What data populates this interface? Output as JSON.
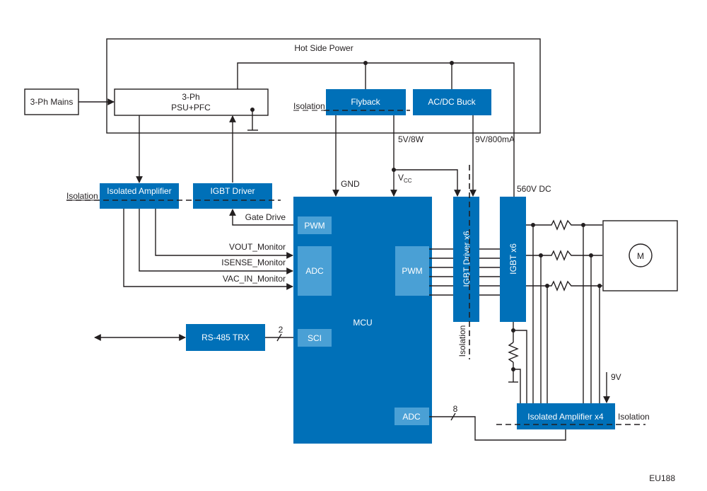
{
  "diagram": {
    "hot_side_label": "Hot Side Power",
    "blocks": {
      "mains": "3-Ph Mains",
      "psu_line1": "3-Ph",
      "psu_line2": "PSU+PFC",
      "flyback": "Flyback",
      "acdc_buck": "AC/DC Buck",
      "isolated_amplifier": "Isolated Amplifier",
      "igbt_driver": "IGBT Driver",
      "mcu": "MCU",
      "mcu_pwm_left": "PWM",
      "mcu_adc_left": "ADC",
      "mcu_pwm_right": "PWM",
      "mcu_sci": "SCI",
      "mcu_adc_bottom": "ADC",
      "igbt_driver_x6": "IGBT Driver x6",
      "igbt_x6": "IGBT x6",
      "rs485": "RS-485 TRX",
      "isolated_amplifier_x4": "Isolated Amplifier x4",
      "motor": "M"
    },
    "signals": {
      "gnd": "GND",
      "vcc_main": "V",
      "vcc_sub": "CC",
      "flyback_out": "5V/8W",
      "buck_out": "9V/800mA",
      "dc_bus": "560V DC",
      "gate_drive": "Gate Drive",
      "vout_monitor": "VOUT_Monitor",
      "isense_monitor": "ISENSE_Monitor",
      "vac_in_monitor": "VAC_IN_Monitor",
      "sci_bus_width": "2",
      "adc_bus_width": "8",
      "amp_supply": "9V"
    },
    "isolation_labels": {
      "hot_side": "Isolation",
      "amplifier_row": "Isolation",
      "driver_column": "Isolation",
      "amp_x4": "Isolation"
    },
    "figure_id": "EU188"
  }
}
